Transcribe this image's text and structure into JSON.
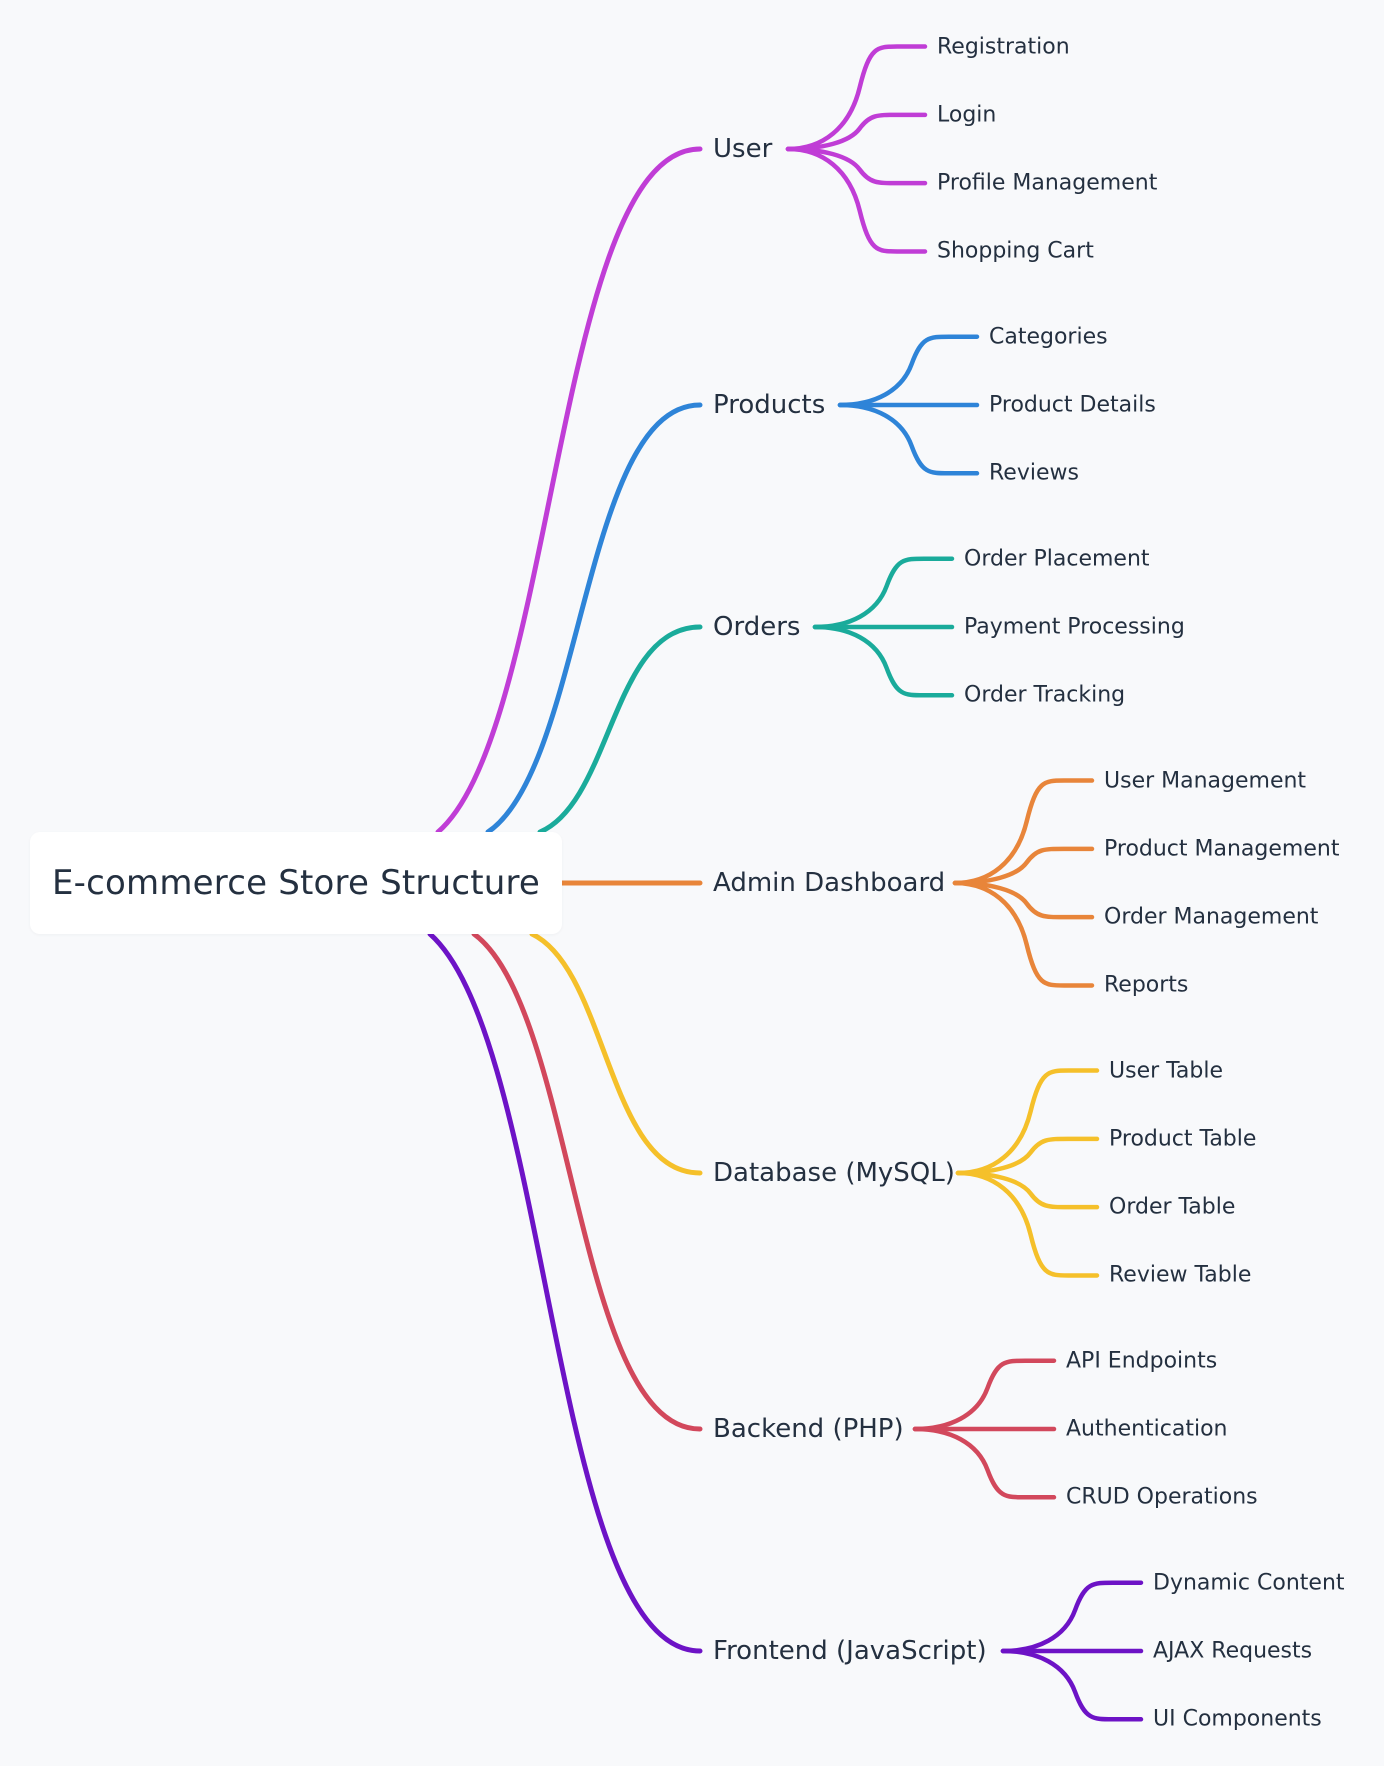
{
  "root": {
    "label": "E-commerce Store Structure"
  },
  "branches": [
    {
      "label": "User",
      "color": "#c03dd6",
      "children": [
        "Registration",
        "Login",
        "Profile Management",
        "Shopping Cart"
      ]
    },
    {
      "label": "Products",
      "color": "#2e84d8",
      "children": [
        "Categories",
        "Product Details",
        "Reviews"
      ]
    },
    {
      "label": "Orders",
      "color": "#1aab9b",
      "children": [
        "Order Placement",
        "Payment Processing",
        "Order Tracking"
      ]
    },
    {
      "label": "Admin Dashboard",
      "color": "#e8853a",
      "children": [
        "User Management",
        "Product Management",
        "Order Management",
        "Reports"
      ]
    },
    {
      "label": "Database (MySQL)",
      "color": "#f5c02a",
      "children": [
        "User Table",
        "Product Table",
        "Order Table",
        "Review Table"
      ]
    },
    {
      "label": "Backend (PHP)",
      "color": "#d2485c",
      "children": [
        "API Endpoints",
        "Authentication",
        "CRUD Operations"
      ]
    },
    {
      "label": "Frontend (JavaScript)",
      "color": "#6d13c6",
      "children": [
        "Dynamic Content",
        "AJAX Requests",
        "UI Components"
      ]
    }
  ]
}
